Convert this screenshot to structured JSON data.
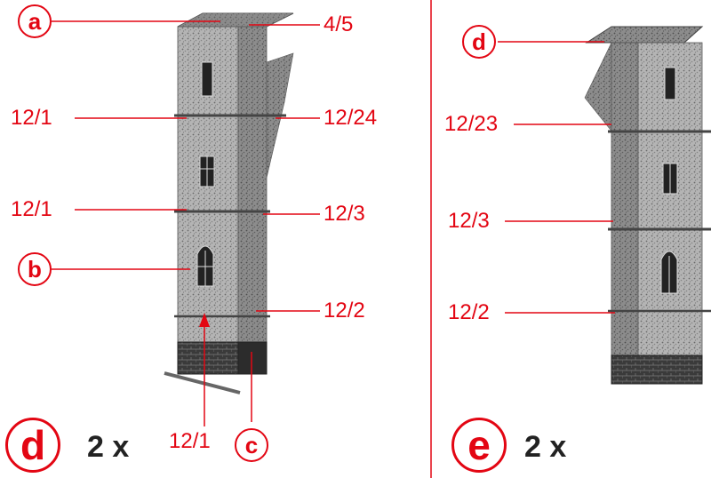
{
  "left_panel": {
    "marker": "d",
    "quantity": "2 x",
    "callouts": {
      "a": "a",
      "b": "b",
      "c": "c",
      "top": "4/5",
      "l1": "12/1",
      "r1": "12/24",
      "l2": "12/1",
      "r2": "12/3",
      "r3": "12/2",
      "bottom": "12/1"
    }
  },
  "right_panel": {
    "marker": "e",
    "quantity": "2 x",
    "callouts": {
      "d": "d",
      "l1": "12/23",
      "l2": "12/3",
      "l3": "12/2"
    }
  },
  "colors": {
    "accent": "#e30613",
    "text": "#222222",
    "stone": "#9a9a9a"
  }
}
